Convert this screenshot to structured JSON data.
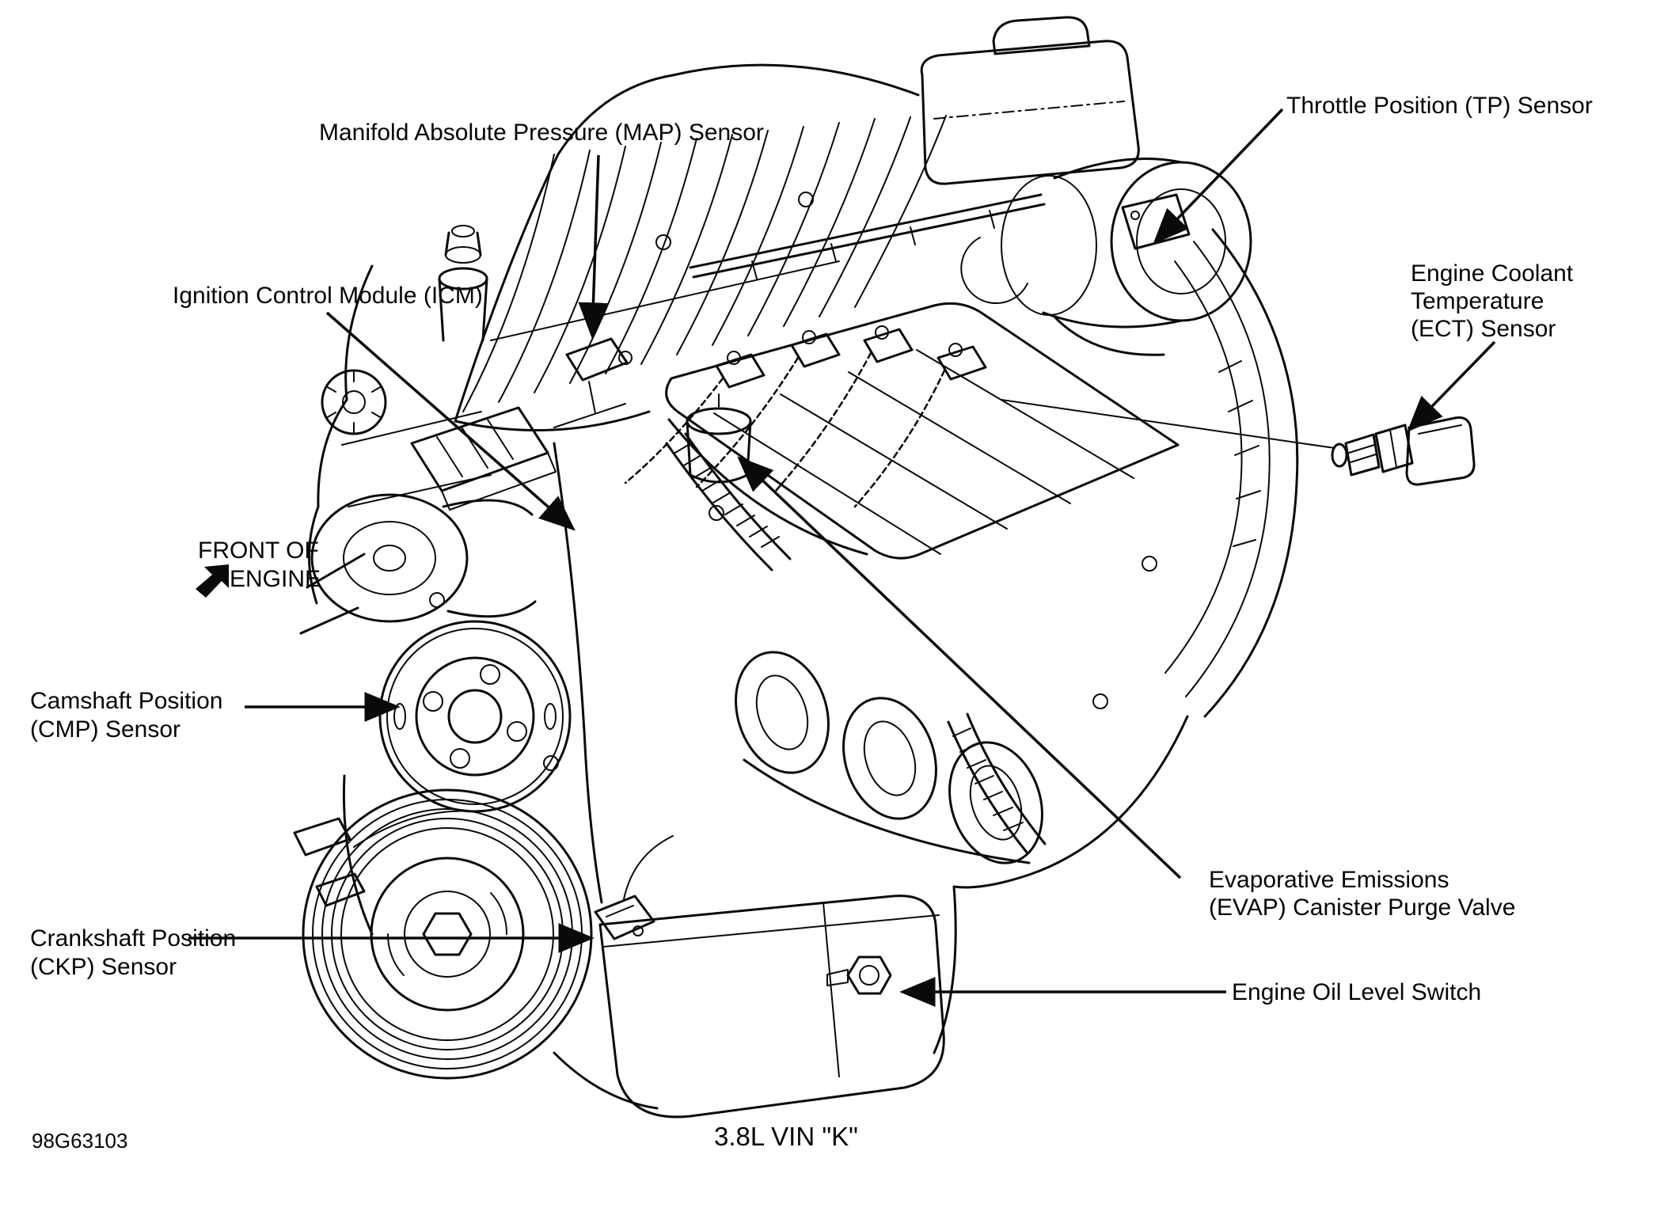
{
  "colors": {
    "ink": "#0a0a0a",
    "paper": "#ffffff"
  },
  "figure": {
    "id_code": "98G63103",
    "caption": "3.8L VIN \"K\""
  },
  "orientation": {
    "line1": "FRONT OF",
    "line2": "ENGINE"
  },
  "callouts": {
    "map": {
      "text": "Manifold Absolute Pressure (MAP) Sensor"
    },
    "tp": {
      "text": "Throttle Position (TP) Sensor"
    },
    "ect": {
      "line1": "Engine Coolant",
      "line2": "Temperature",
      "line3": "(ECT) Sensor"
    },
    "icm": {
      "text": "Ignition Control Module (ICM)"
    },
    "cmp": {
      "line1": "Camshaft Position",
      "line2": "(CMP) Sensor"
    },
    "ckp": {
      "line1": "Crankshaft Position",
      "line2": "(CKP) Sensor"
    },
    "evap": {
      "line1": "Evaporative Emissions",
      "line2": "(EVAP) Canister Purge Valve"
    },
    "oil_level": {
      "text": "Engine Oil Level Switch"
    }
  }
}
